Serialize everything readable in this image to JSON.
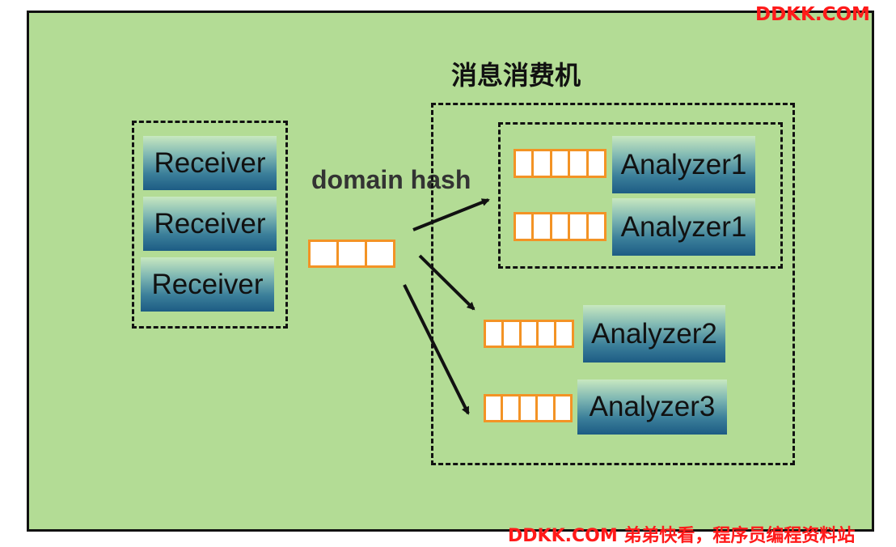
{
  "diagram": {
    "title": "消息消费机",
    "edge_label": "domain hash",
    "receivers": [
      "Receiver",
      "Receiver",
      "Receiver"
    ],
    "analyzers": [
      "Analyzer1",
      "Analyzer1",
      "Analyzer2",
      "Analyzer3"
    ],
    "colors": {
      "background": "#b3dc95",
      "queue_border": "#f39325",
      "component_top": "#c8e8c0",
      "component_bottom": "#1d5c84",
      "watermark": "#ff1a1a"
    }
  },
  "watermark": {
    "top": "DDKK.COM",
    "bottom": "DDKK.COM 弟弟快看，程序员编程资料站"
  }
}
